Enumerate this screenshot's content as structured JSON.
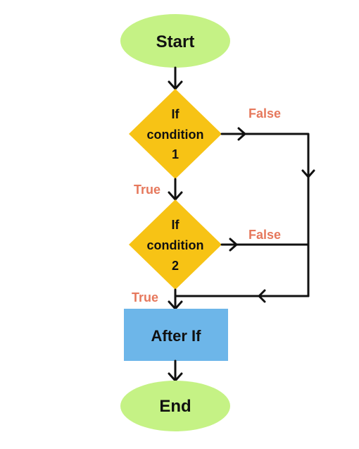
{
  "colors": {
    "terminal_fill": "#c5f285",
    "decision_fill": "#f7c315",
    "process_fill": "#6db6e9",
    "line": "#111111",
    "label": "#e6785c"
  },
  "nodes": {
    "start": {
      "label": "Start"
    },
    "condition1": {
      "lines": [
        "If",
        "condition",
        "1"
      ]
    },
    "condition2": {
      "lines": [
        "If",
        "condition",
        "2"
      ]
    },
    "after_if": {
      "label": "After If"
    },
    "end": {
      "label": "End"
    }
  },
  "edges": {
    "cond1_true": "True",
    "cond1_false": "False",
    "cond2_true": "True",
    "cond2_false": "False"
  }
}
